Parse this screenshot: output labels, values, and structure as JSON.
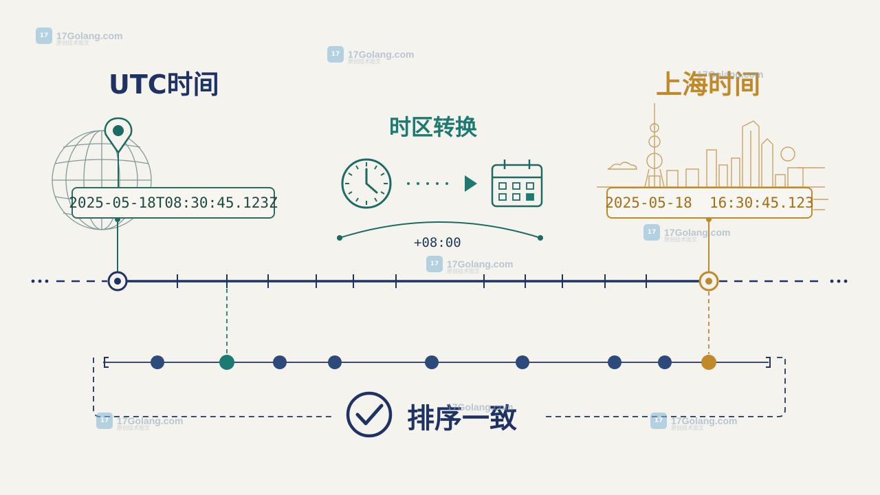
{
  "utc": {
    "title": "UTC时间",
    "timestamp": "2025-05-18T08:30:45.123Z"
  },
  "shanghai": {
    "title": "上海时间",
    "timestamp": "2025-05-18  16:30:45.123"
  },
  "conversion": {
    "title": "时区转换",
    "offset": "+08:00"
  },
  "result": {
    "label": "排序一致"
  },
  "watermark": {
    "text": "17Golang.com",
    "sub": "原创技术图文",
    "logo": "17"
  },
  "icons": [
    "globe-icon",
    "location-pin-icon",
    "clock-icon",
    "arrow-right-icon",
    "calendar-icon",
    "shanghai-skyline-icon",
    "check-circle-icon"
  ],
  "colors": {
    "navy": "#1f3264",
    "teal": "#1c7a70",
    "gold": "#c08a2a",
    "background": "#f4f3ee"
  }
}
